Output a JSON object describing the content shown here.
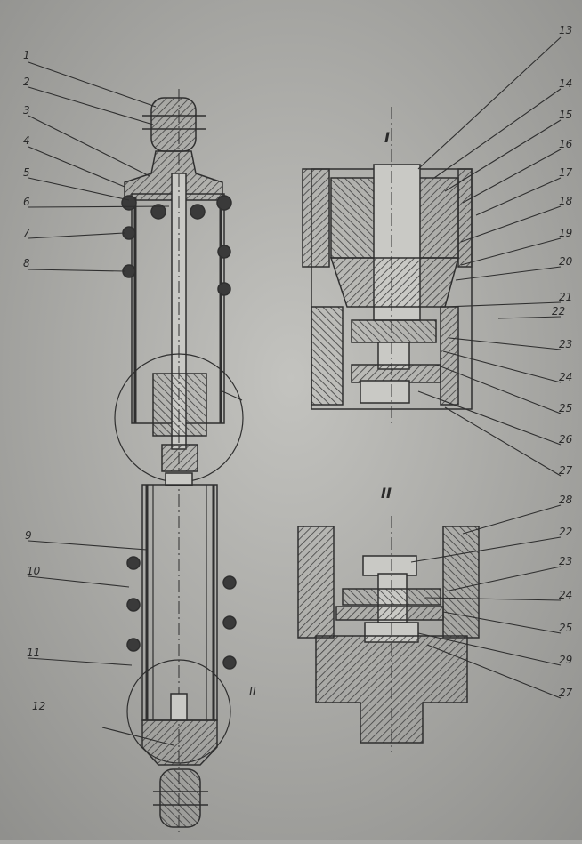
{
  "views": {
    "detail_1": {
      "label": "I"
    },
    "detail_2": {
      "label": "II"
    },
    "main_detail_marker": {
      "label": "II"
    }
  },
  "callouts_left": [
    "1",
    "2",
    "3",
    "4",
    "5",
    "6",
    "7",
    "8",
    "9",
    "10",
    "11",
    "12"
  ],
  "callouts_right": [
    "13",
    "14",
    "15",
    "16",
    "17",
    "18",
    "19",
    "20",
    "21",
    "22",
    "23",
    "24",
    "25",
    "26",
    "27"
  ],
  "callouts_lower": [
    "28",
    "22",
    "23",
    "24",
    "25",
    "29",
    "27"
  ],
  "colors": {
    "paper": "#a9a9a6",
    "ink": "#2f2f2f",
    "hatch": "#4a4a4a",
    "light_paper": "#c9c9c5"
  }
}
